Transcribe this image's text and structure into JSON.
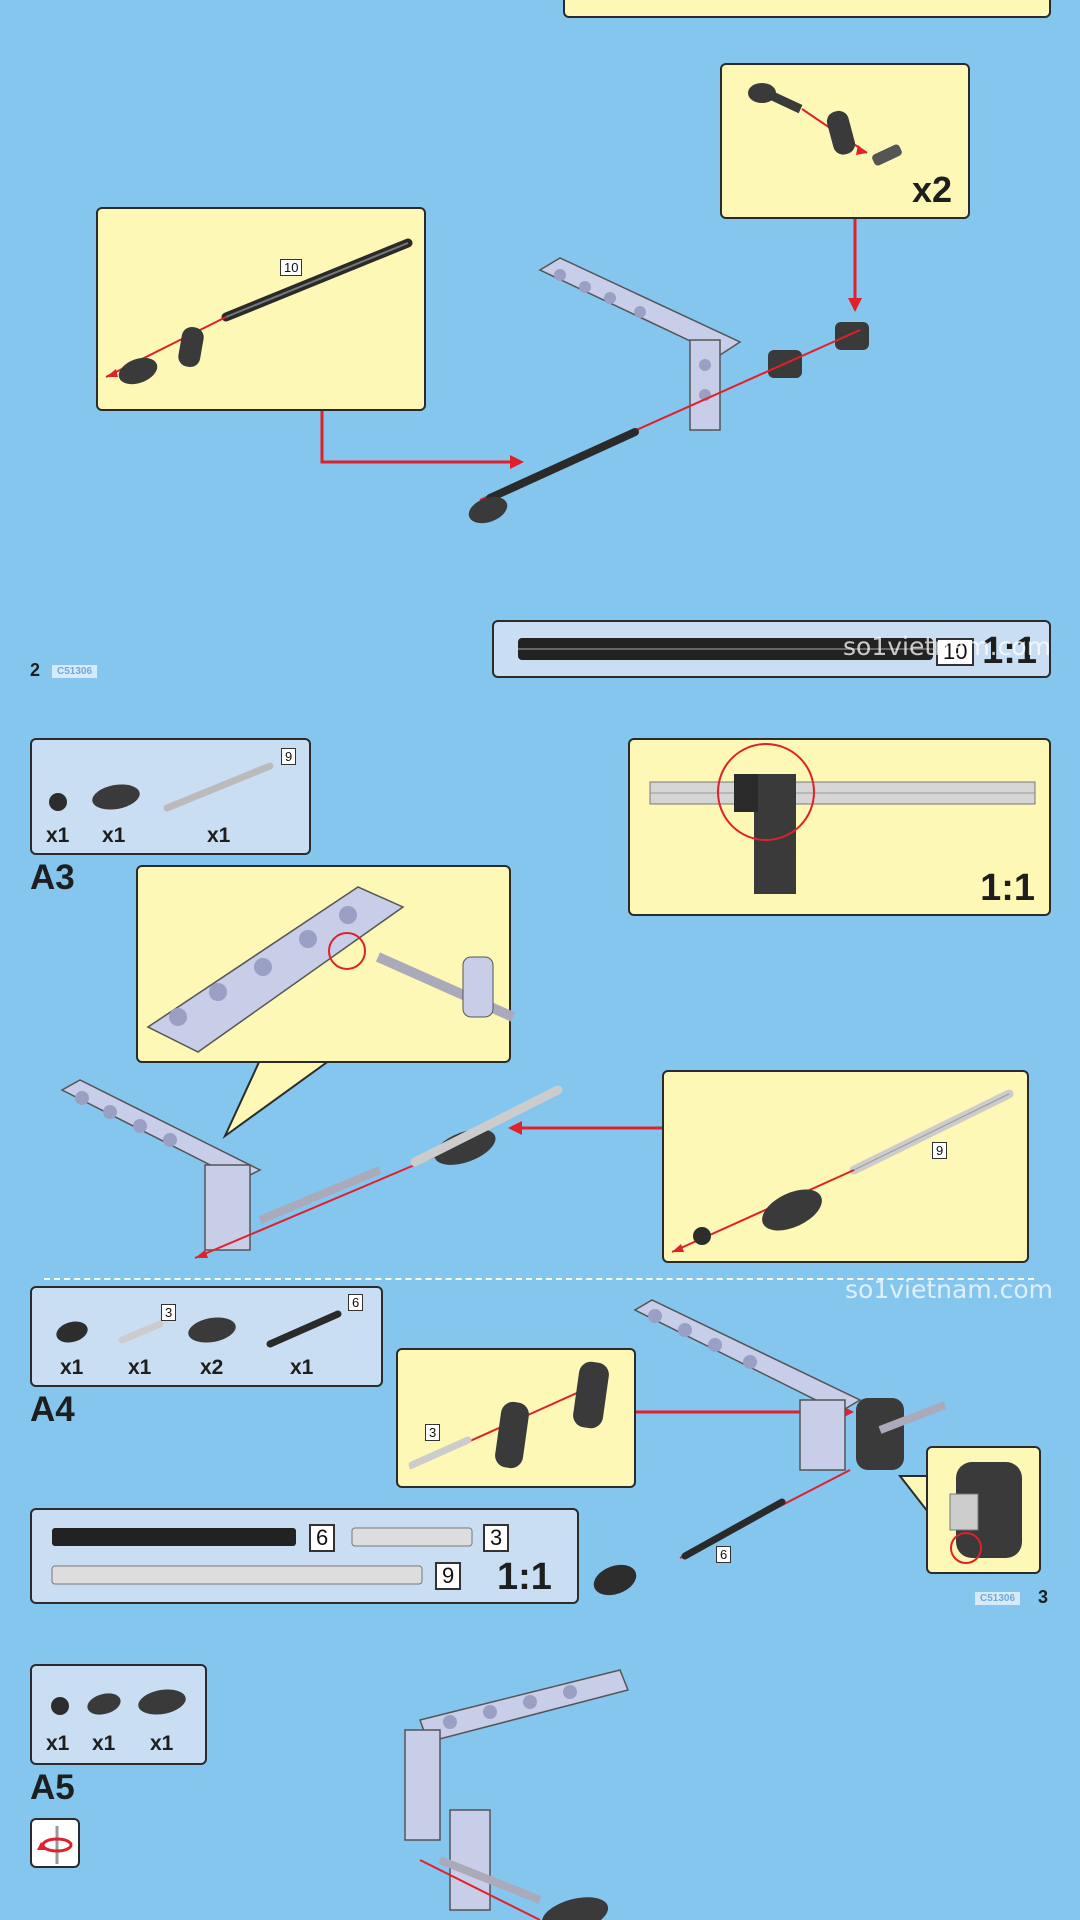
{
  "watermark": "so1vietnam.com",
  "page_left": {
    "number": "2",
    "code": "C51306"
  },
  "page_right": {
    "number": "3",
    "code": "C51306"
  },
  "top": {
    "multiplier": "x2",
    "part_tag": "10",
    "scale_bar": {
      "tag": "10",
      "scale": "1:1"
    }
  },
  "step_a3": {
    "label": "A3",
    "parts_tag": "9",
    "quantities": [
      "x1",
      "x1",
      "x1"
    ],
    "detail_scale": "1:1",
    "sub_tag": "9"
  },
  "step_a4": {
    "label": "A4",
    "parts_tags": [
      "3",
      "6"
    ],
    "quantities": [
      "x1",
      "x1",
      "x2",
      "x1"
    ],
    "sub_tag": "3",
    "axle_tag": "6",
    "scale_bar": {
      "tags": [
        "6",
        "3",
        "9"
      ],
      "scale": "1:1"
    }
  },
  "step_a5": {
    "label": "A5",
    "quantities": [
      "x1",
      "x1",
      "x1"
    ],
    "rotate_icon": "rotate-model-icon"
  },
  "colors": {
    "background": "#84c6ee",
    "callout": "#fdf8b5",
    "parts_box": "#c9def3",
    "arrow": "#e0202a",
    "frame": "#c8cde8",
    "dark_part": "#3a3a3a"
  }
}
